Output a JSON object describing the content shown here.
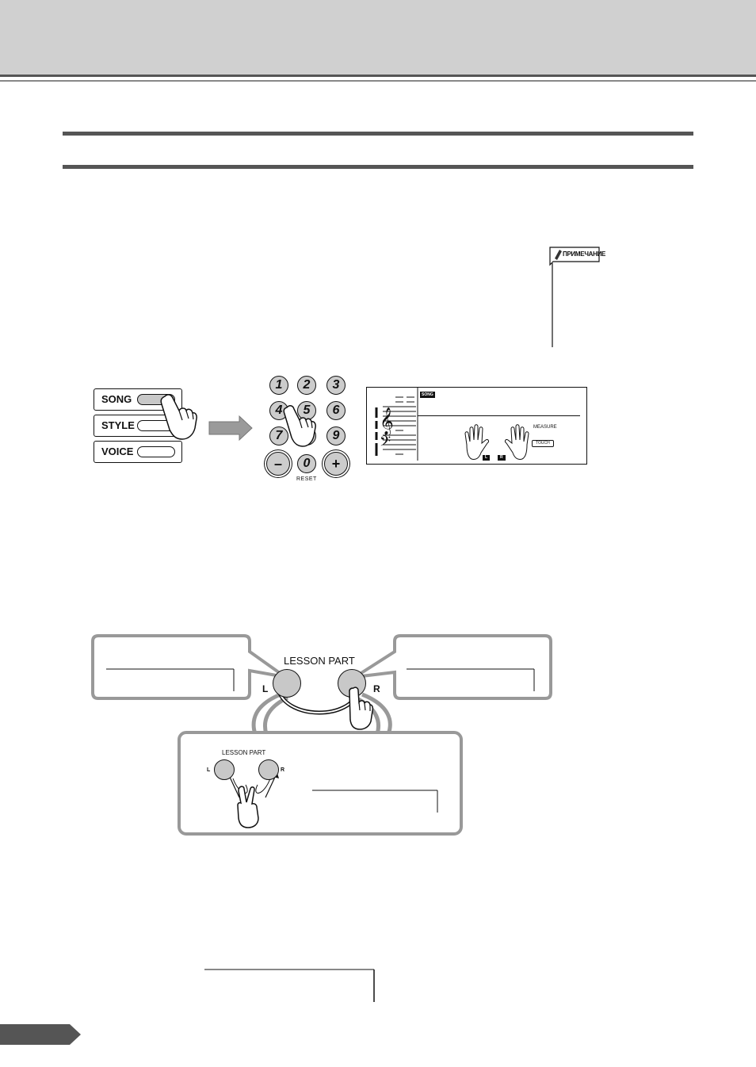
{
  "note": {
    "label": "ПРИМЕЧАНИЕ"
  },
  "panel_buttons": [
    {
      "label": "SONG"
    },
    {
      "label": "STYLE"
    },
    {
      "label": "VOICE"
    }
  ],
  "keypad": {
    "keys": [
      "1",
      "2",
      "3",
      "4",
      "5",
      "6",
      "7",
      "8",
      "9",
      "–",
      "0",
      "+"
    ],
    "reset_label": "RESET"
  },
  "display": {
    "song_label": "SONG",
    "measure_label": "MEASURE",
    "touch_label": "TOUCH",
    "left_hand": "L",
    "right_hand": "R"
  },
  "lesson_part": {
    "title": "LESSON PART",
    "left": "L",
    "right": "R",
    "inset_title": "LESSON PART",
    "inset_left": "L",
    "inset_right": "R"
  }
}
